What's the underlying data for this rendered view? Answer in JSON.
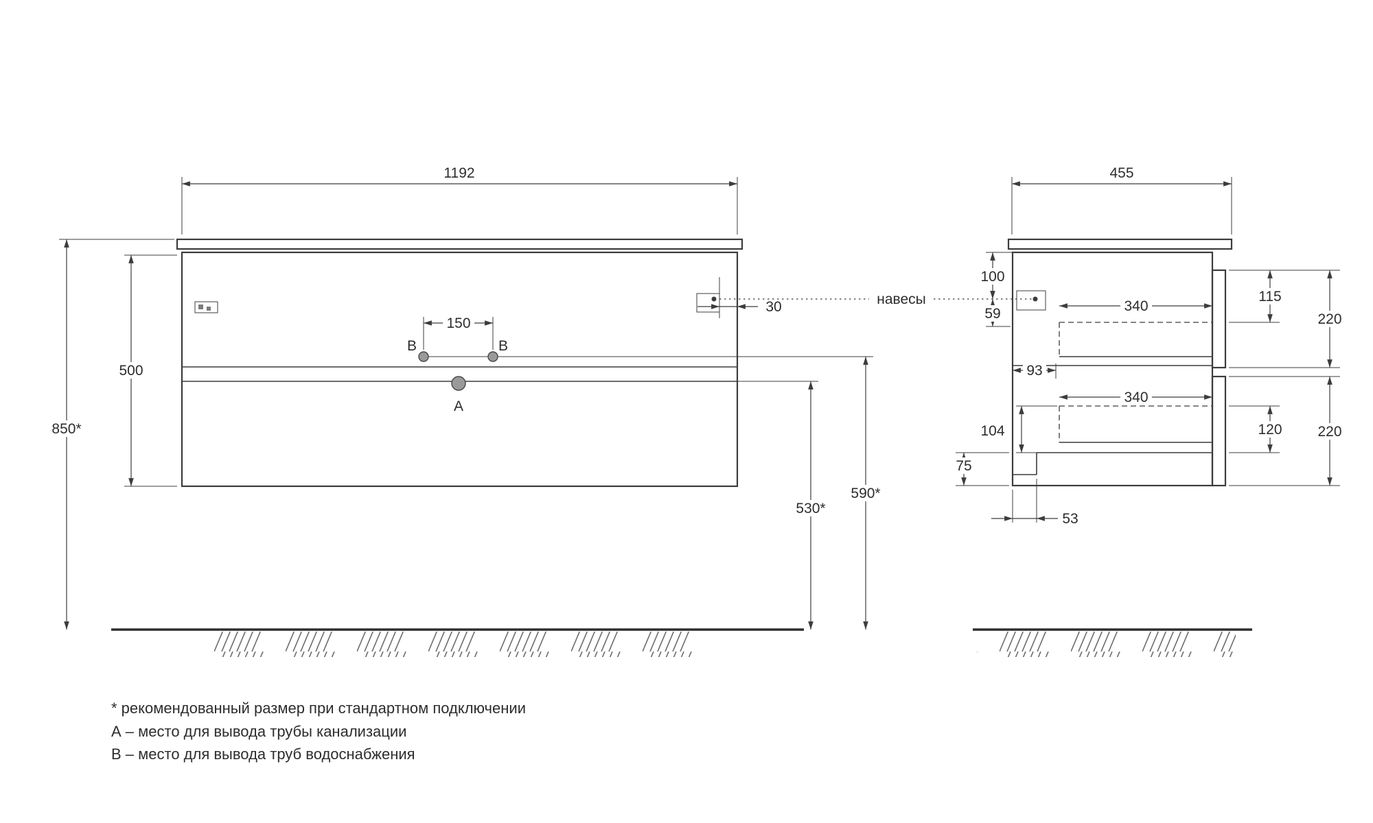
{
  "page": {
    "background": "#ffffff"
  },
  "colors": {
    "line": "#3c3c3c",
    "text": "#2d2d2d",
    "fitting_fill": "#9a9a9a"
  },
  "front_view": {
    "dim_width": "1192",
    "dim_body_height": "500",
    "dim_install_height": "850*",
    "dim_outlet_spacing": "150",
    "dim_hanger_offset": "30",
    "dim_drain_height": "530*",
    "dim_water_height": "590*",
    "label_point_a": "A",
    "label_point_b": "B"
  },
  "side_view": {
    "dim_depth": "455",
    "dim_top_to_hanger": "100",
    "dim_hanger_to_drawer": "59",
    "dim_back_clearance": "93",
    "dim_drawer_depth_top": "340",
    "dim_drawer_depth_bottom": "340",
    "dim_front_inner_top": "115",
    "dim_front_height_top": "220",
    "dim_front_inner_bottom": "120",
    "dim_front_height_bottom": "220",
    "dim_bottom_clearance": "104",
    "dim_plinth_height": "75",
    "dim_back_notch": "53"
  },
  "callouts": {
    "hangers": "навесы"
  },
  "legend": {
    "note_recommended": "* рекомендованный размер при стандартном подключении",
    "note_a": "А – место для вывода трубы канализации",
    "note_b": "В – место для вывода труб водоснабжения"
  }
}
